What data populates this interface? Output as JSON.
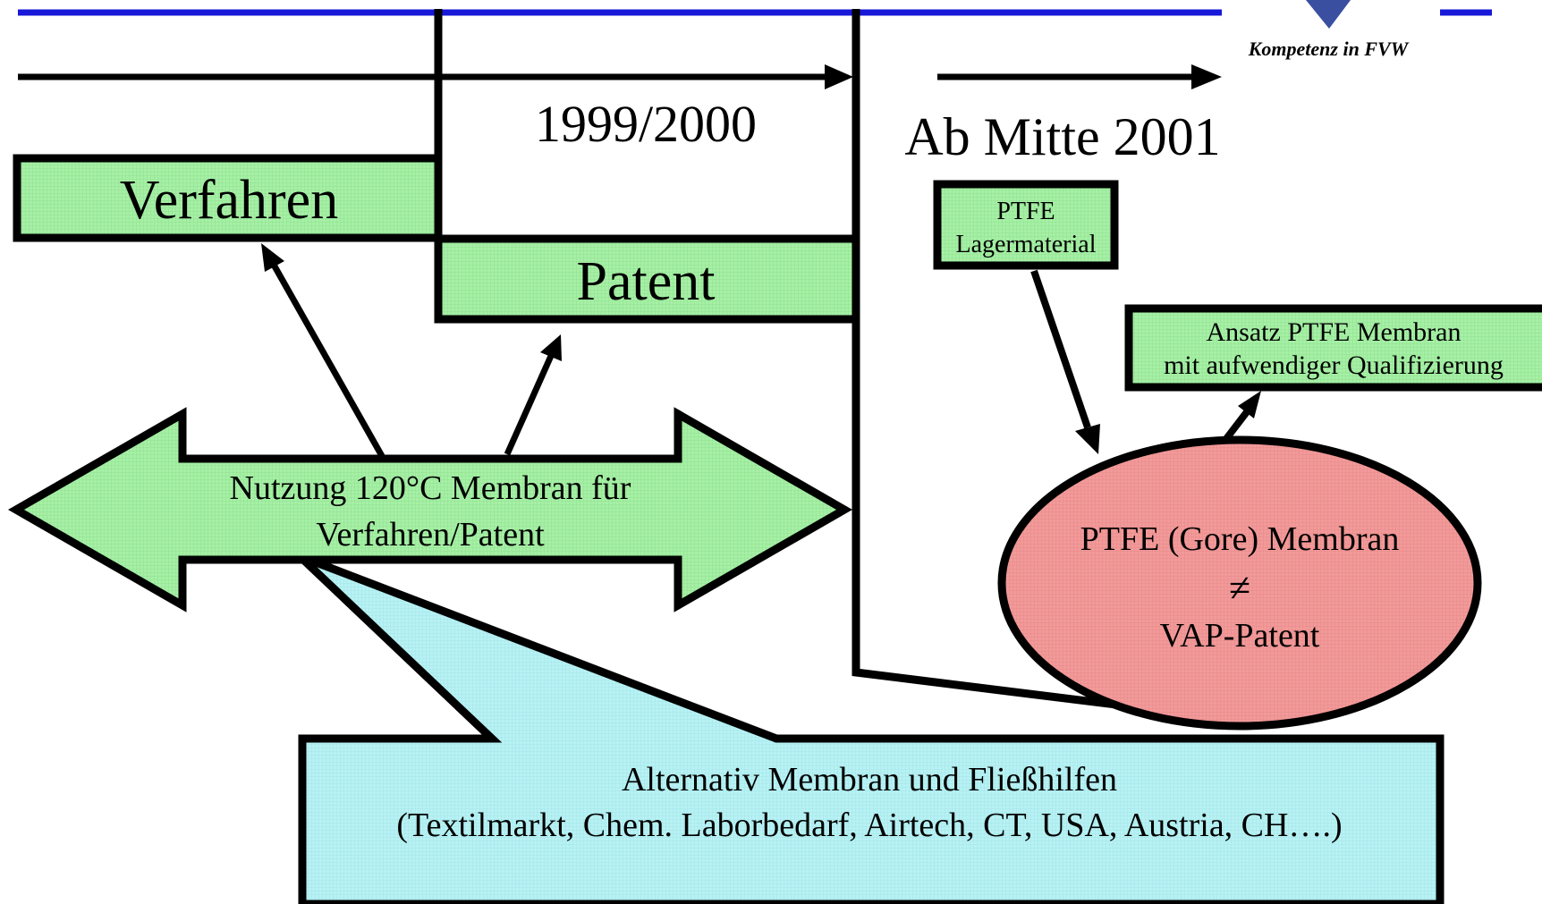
{
  "header": {
    "logo_tagline": "Kompetenz in FVW"
  },
  "timeline": {
    "period_1": "1999/2000",
    "period_2": "Ab Mitte 2001"
  },
  "boxes": {
    "verfahren": "Verfahren",
    "patent": "Patent",
    "ptfe_lagermaterial_line1": "PTFE",
    "ptfe_lagermaterial_line2": "Lagermaterial",
    "ansatz_line1": "Ansatz PTFE Membran",
    "ansatz_line2": "mit aufwendiger Qualifizierung"
  },
  "double_arrow": {
    "line1": "Nutzung 120°C Membran für",
    "line2": "Verfahren/Patent"
  },
  "ellipse": {
    "line1": "PTFE (Gore) Membran",
    "line2": "≠",
    "line3": "VAP-Patent"
  },
  "callout": {
    "line1": "Alternativ Membran und Fließhilfen",
    "line2": "(Textilmarkt, Chem. Laborbedarf, Airtech, CT, USA, Austria, CH….)"
  },
  "colors": {
    "accent_blue": "#1818d8",
    "logo_blue": "#3a4fa0",
    "box_green": "#a6f0a6",
    "ellipse_red": "#f29a9a",
    "callout_cyan": "#b8f2f4",
    "stroke": "#000000"
  }
}
